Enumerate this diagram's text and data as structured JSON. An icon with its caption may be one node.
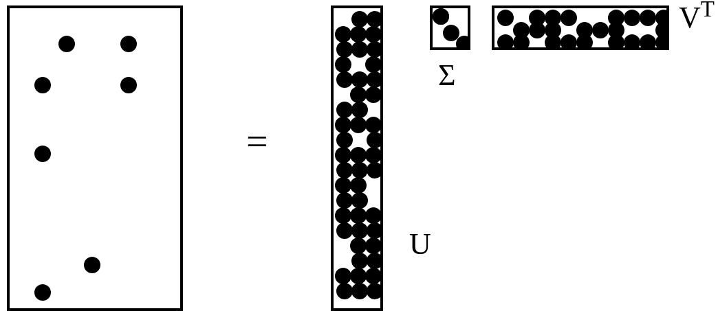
{
  "diagram": {
    "nodes": [
      {
        "text": [],
        "shape": "box"
      },
      {
        "text": [],
        "shape": "box",
        "beside": [
          "U"
        ]
      },
      {
        "text": [],
        "shape": "box",
        "beside": [
          "Σ"
        ]
      },
      {
        "text": [],
        "shape": "box",
        "beside": [
          "V$^{T}$"
        ]
      }
    ],
    "labels": [
      "="
    ]
  }
}
